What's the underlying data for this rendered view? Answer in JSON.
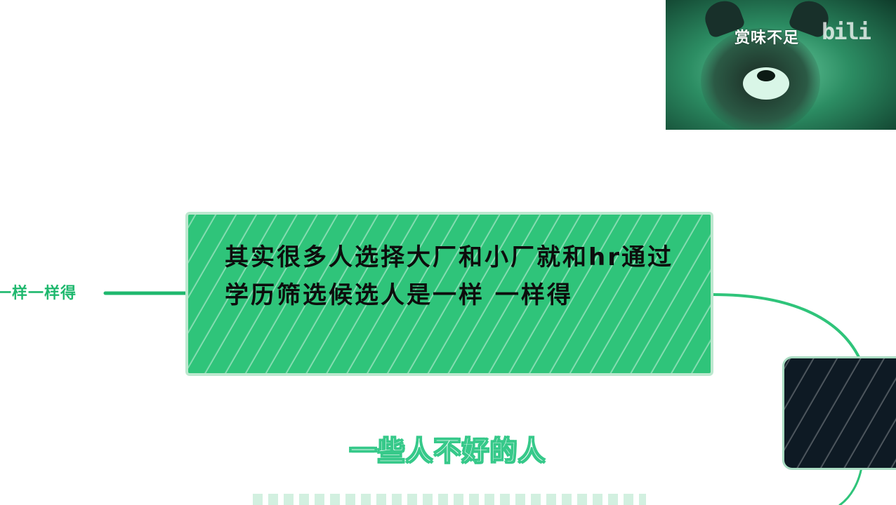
{
  "mindmap": {
    "main_node_text": "其实很多人选择大厂和小厂就和hr通过学历筛选候选人是一样 一样得",
    "left_fragment_text": "一样一样得",
    "dark_node_text": ""
  },
  "subtitle": {
    "text": "一些人不好的人"
  },
  "webcam": {
    "caption": "赏味不足",
    "logo_text": "bili"
  },
  "colors": {
    "accent_green": "#2fc47a",
    "line_green": "#1fb86e",
    "dark_node": "#0e1a24"
  }
}
